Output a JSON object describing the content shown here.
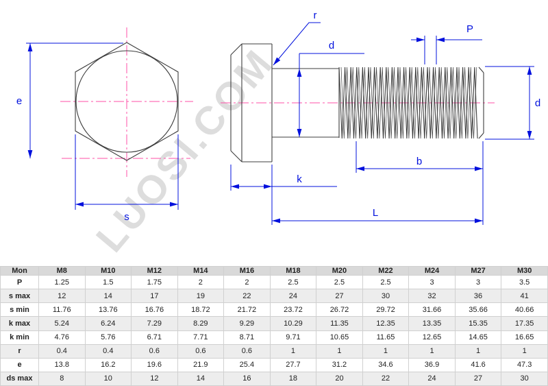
{
  "watermark": "LUOSI.COM",
  "colors": {
    "dimension_blue": "#0010dd",
    "centerline_pink": "#ff4fa7",
    "watermark_gray": "#dadada",
    "table_header_bg": "#d9d9d9"
  },
  "drawing": {
    "labels": {
      "e": "e",
      "s": "s",
      "r": "r",
      "d_top": "d",
      "p": "P",
      "d_right": "d",
      "b": "b",
      "k": "k",
      "l": "L"
    }
  },
  "table": {
    "columns": [
      "Mon",
      "M8",
      "M10",
      "M12",
      "M14",
      "M16",
      "M18",
      "M20",
      "M22",
      "M24",
      "M27",
      "M30"
    ],
    "rows": [
      {
        "label": "P",
        "values": [
          "1.25",
          "1.5",
          "1.75",
          "2",
          "2",
          "2.5",
          "2.5",
          "2.5",
          "3",
          "3",
          "3.5"
        ]
      },
      {
        "label": "s max",
        "values": [
          "12",
          "14",
          "17",
          "19",
          "22",
          "24",
          "27",
          "30",
          "32",
          "36",
          "41"
        ]
      },
      {
        "label": "s min",
        "values": [
          "11.76",
          "13.76",
          "16.76",
          "18.72",
          "21.72",
          "23.72",
          "26.72",
          "29.72",
          "31.66",
          "35.66",
          "40.66"
        ]
      },
      {
        "label": "k max",
        "values": [
          "5.24",
          "6.24",
          "7.29",
          "8.29",
          "9.29",
          "10.29",
          "11.35",
          "12.35",
          "13.35",
          "15.35",
          "17.35"
        ]
      },
      {
        "label": "k min",
        "values": [
          "4.76",
          "5.76",
          "6.71",
          "7.71",
          "8.71",
          "9.71",
          "10.65",
          "11.65",
          "12.65",
          "14.65",
          "16.65"
        ]
      },
      {
        "label": "r",
        "values": [
          "0.4",
          "0.4",
          "0.6",
          "0.6",
          "0.6",
          "1",
          "1",
          "1",
          "1",
          "1",
          "1"
        ]
      },
      {
        "label": "e",
        "values": [
          "13.8",
          "16.2",
          "19.6",
          "21.9",
          "25.4",
          "27.7",
          "31.2",
          "34.6",
          "36.9",
          "41.6",
          "47.3"
        ]
      },
      {
        "label": "ds max",
        "values": [
          "8",
          "10",
          "12",
          "14",
          "16",
          "18",
          "20",
          "22",
          "24",
          "27",
          "30"
        ]
      }
    ]
  }
}
